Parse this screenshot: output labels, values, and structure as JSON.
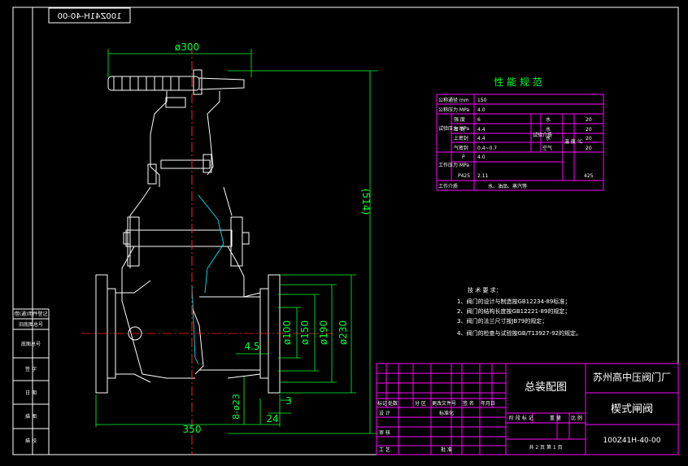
{
  "drawing_number_mirrored": "100Z41H-40-00",
  "dimensions": {
    "handwheel_dia": "ø300",
    "height": "(514)",
    "d100": "ø100",
    "d150": "ø150",
    "d190": "ø190",
    "d230": "ø230",
    "raised_face": "4.5",
    "bolt_holes": "8-ø23",
    "flange_thk": "24",
    "face_thk": "3",
    "length": "350"
  },
  "spec_table": {
    "title": "性 能 规 范",
    "nominal_dia_label": "公称通径 mm",
    "nominal_dia_value": "150",
    "nominal_pressure_label": "公称压力 MPa",
    "nominal_pressure_value": "4.0",
    "test_label": "试验压力 MPa",
    "test_rows": [
      {
        "name": "强 度",
        "value": "6",
        "medium": "水",
        "temp": "20"
      },
      {
        "name": "密 封",
        "value": "4.4",
        "medium": "水",
        "temp": "20"
      },
      {
        "name": "上密封",
        "value": "4.4",
        "medium": "水",
        "temp": "20"
      },
      {
        "name": "气密封",
        "value": "0.4~0.7",
        "medium": "空气",
        "temp": "20"
      }
    ],
    "test_mid_label": "试验介质",
    "temp_label": "温 度 ℃",
    "work_label": "工作压力 MPa",
    "work_p_label": "P",
    "work_p_value": "4.0",
    "work_p2_label": "P425",
    "work_p2_value": "2.11",
    "work_temp": "425",
    "medium_label": "工作介质",
    "medium_value": "水、油品、蒸汽等"
  },
  "tech_requirements": {
    "title": "技 术 要 求：",
    "items": [
      "1、阀门的设计与制造按GB12234-89标准；",
      "2、阀门的结构长度按GB12221-89的规定；",
      "3、阀门的法兰尺寸按JB79的规定；",
      "4、阀门的检查与试验按GB/T13927-92的规定。"
    ]
  },
  "title_block": {
    "drawing_name": "总装配图",
    "company": "苏州高中压阀门厂",
    "product": "楔式闸阀",
    "drawing_number": "100Z41H-40-00",
    "sheets": "共 2 页    第 1 页",
    "header_labels": [
      "标记",
      "处数",
      "分 区",
      "更改文件号",
      "签 名",
      "年月日"
    ],
    "row_labels": [
      "设 计",
      "标准化",
      "审 核",
      "工 艺",
      "批 准"
    ],
    "stage_labels": [
      "阶 段 标 记",
      "重 量",
      "比 例"
    ]
  },
  "left_strip": {
    "labels": [
      "借(通)用件登记",
      "旧底图总号",
      "底图总号",
      "签 字",
      "日 期",
      "描 图",
      "描 校"
    ]
  },
  "colors": {
    "background": "#000000",
    "frame": "#ffffff",
    "table": "#ff00ff",
    "dimension": "#00ff33",
    "centerline": "#ff2020",
    "section": "#00ffff"
  }
}
